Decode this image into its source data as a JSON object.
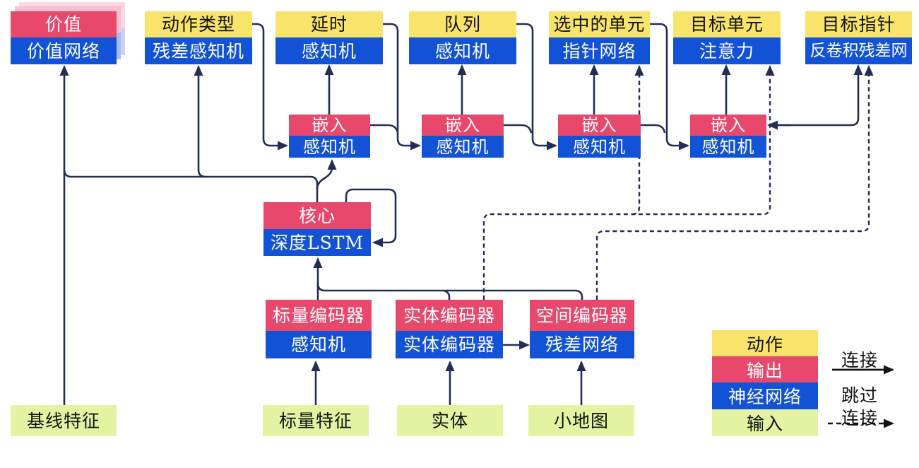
{
  "nodes": {
    "value": {
      "top": "价值",
      "bottom": "价值网络"
    },
    "action_type": {
      "top": "动作类型",
      "bottom": "残差感知机"
    },
    "delay": {
      "top": "延时",
      "bottom": "感知机"
    },
    "queue": {
      "top": "队列",
      "bottom": "感知机"
    },
    "selected_units": {
      "top": "选中的单元",
      "bottom": "指针网络"
    },
    "target_unit": {
      "top": "目标单元",
      "bottom": "注意力"
    },
    "target_point": {
      "top": "目标指针",
      "bottom": "反卷积残差网"
    },
    "embed_1": {
      "top": "嵌入",
      "bottom": "感知机"
    },
    "embed_2": {
      "top": "嵌入",
      "bottom": "感知机"
    },
    "embed_3": {
      "top": "嵌入",
      "bottom": "感知机"
    },
    "embed_4": {
      "top": "嵌入",
      "bottom": "感知机"
    },
    "core": {
      "top": "核心",
      "bottom": "深度LSTM"
    },
    "scalar_encoder": {
      "top": "标量编码器",
      "bottom": "感知机"
    },
    "entity_encoder": {
      "top": "实体编码器",
      "bottom": "实体编码器"
    },
    "spatial_encoder": {
      "top": "空间编码器",
      "bottom": "残差网络"
    },
    "baseline_features": {
      "label": "基线特征"
    },
    "scalar_features": {
      "label": "标量特征"
    },
    "entities": {
      "label": "实体"
    },
    "minimap": {
      "label": "小地图"
    }
  },
  "legend": {
    "rows": [
      {
        "type": "action",
        "label": "动作"
      },
      {
        "type": "output",
        "label": "输出"
      },
      {
        "type": "network",
        "label": "神经网络"
      },
      {
        "type": "input",
        "label": "输入"
      }
    ],
    "connection_label": "连接",
    "skip_label_line1": "跳过",
    "skip_label_line2": "连接"
  },
  "colors": {
    "action_yellow": "#F9E46B",
    "output_red": "#E9486D",
    "network_blue": "#1252D6",
    "input_green": "#E3F3A1",
    "line_navy": "#222E54",
    "legend_arrow_black": "#141414"
  }
}
